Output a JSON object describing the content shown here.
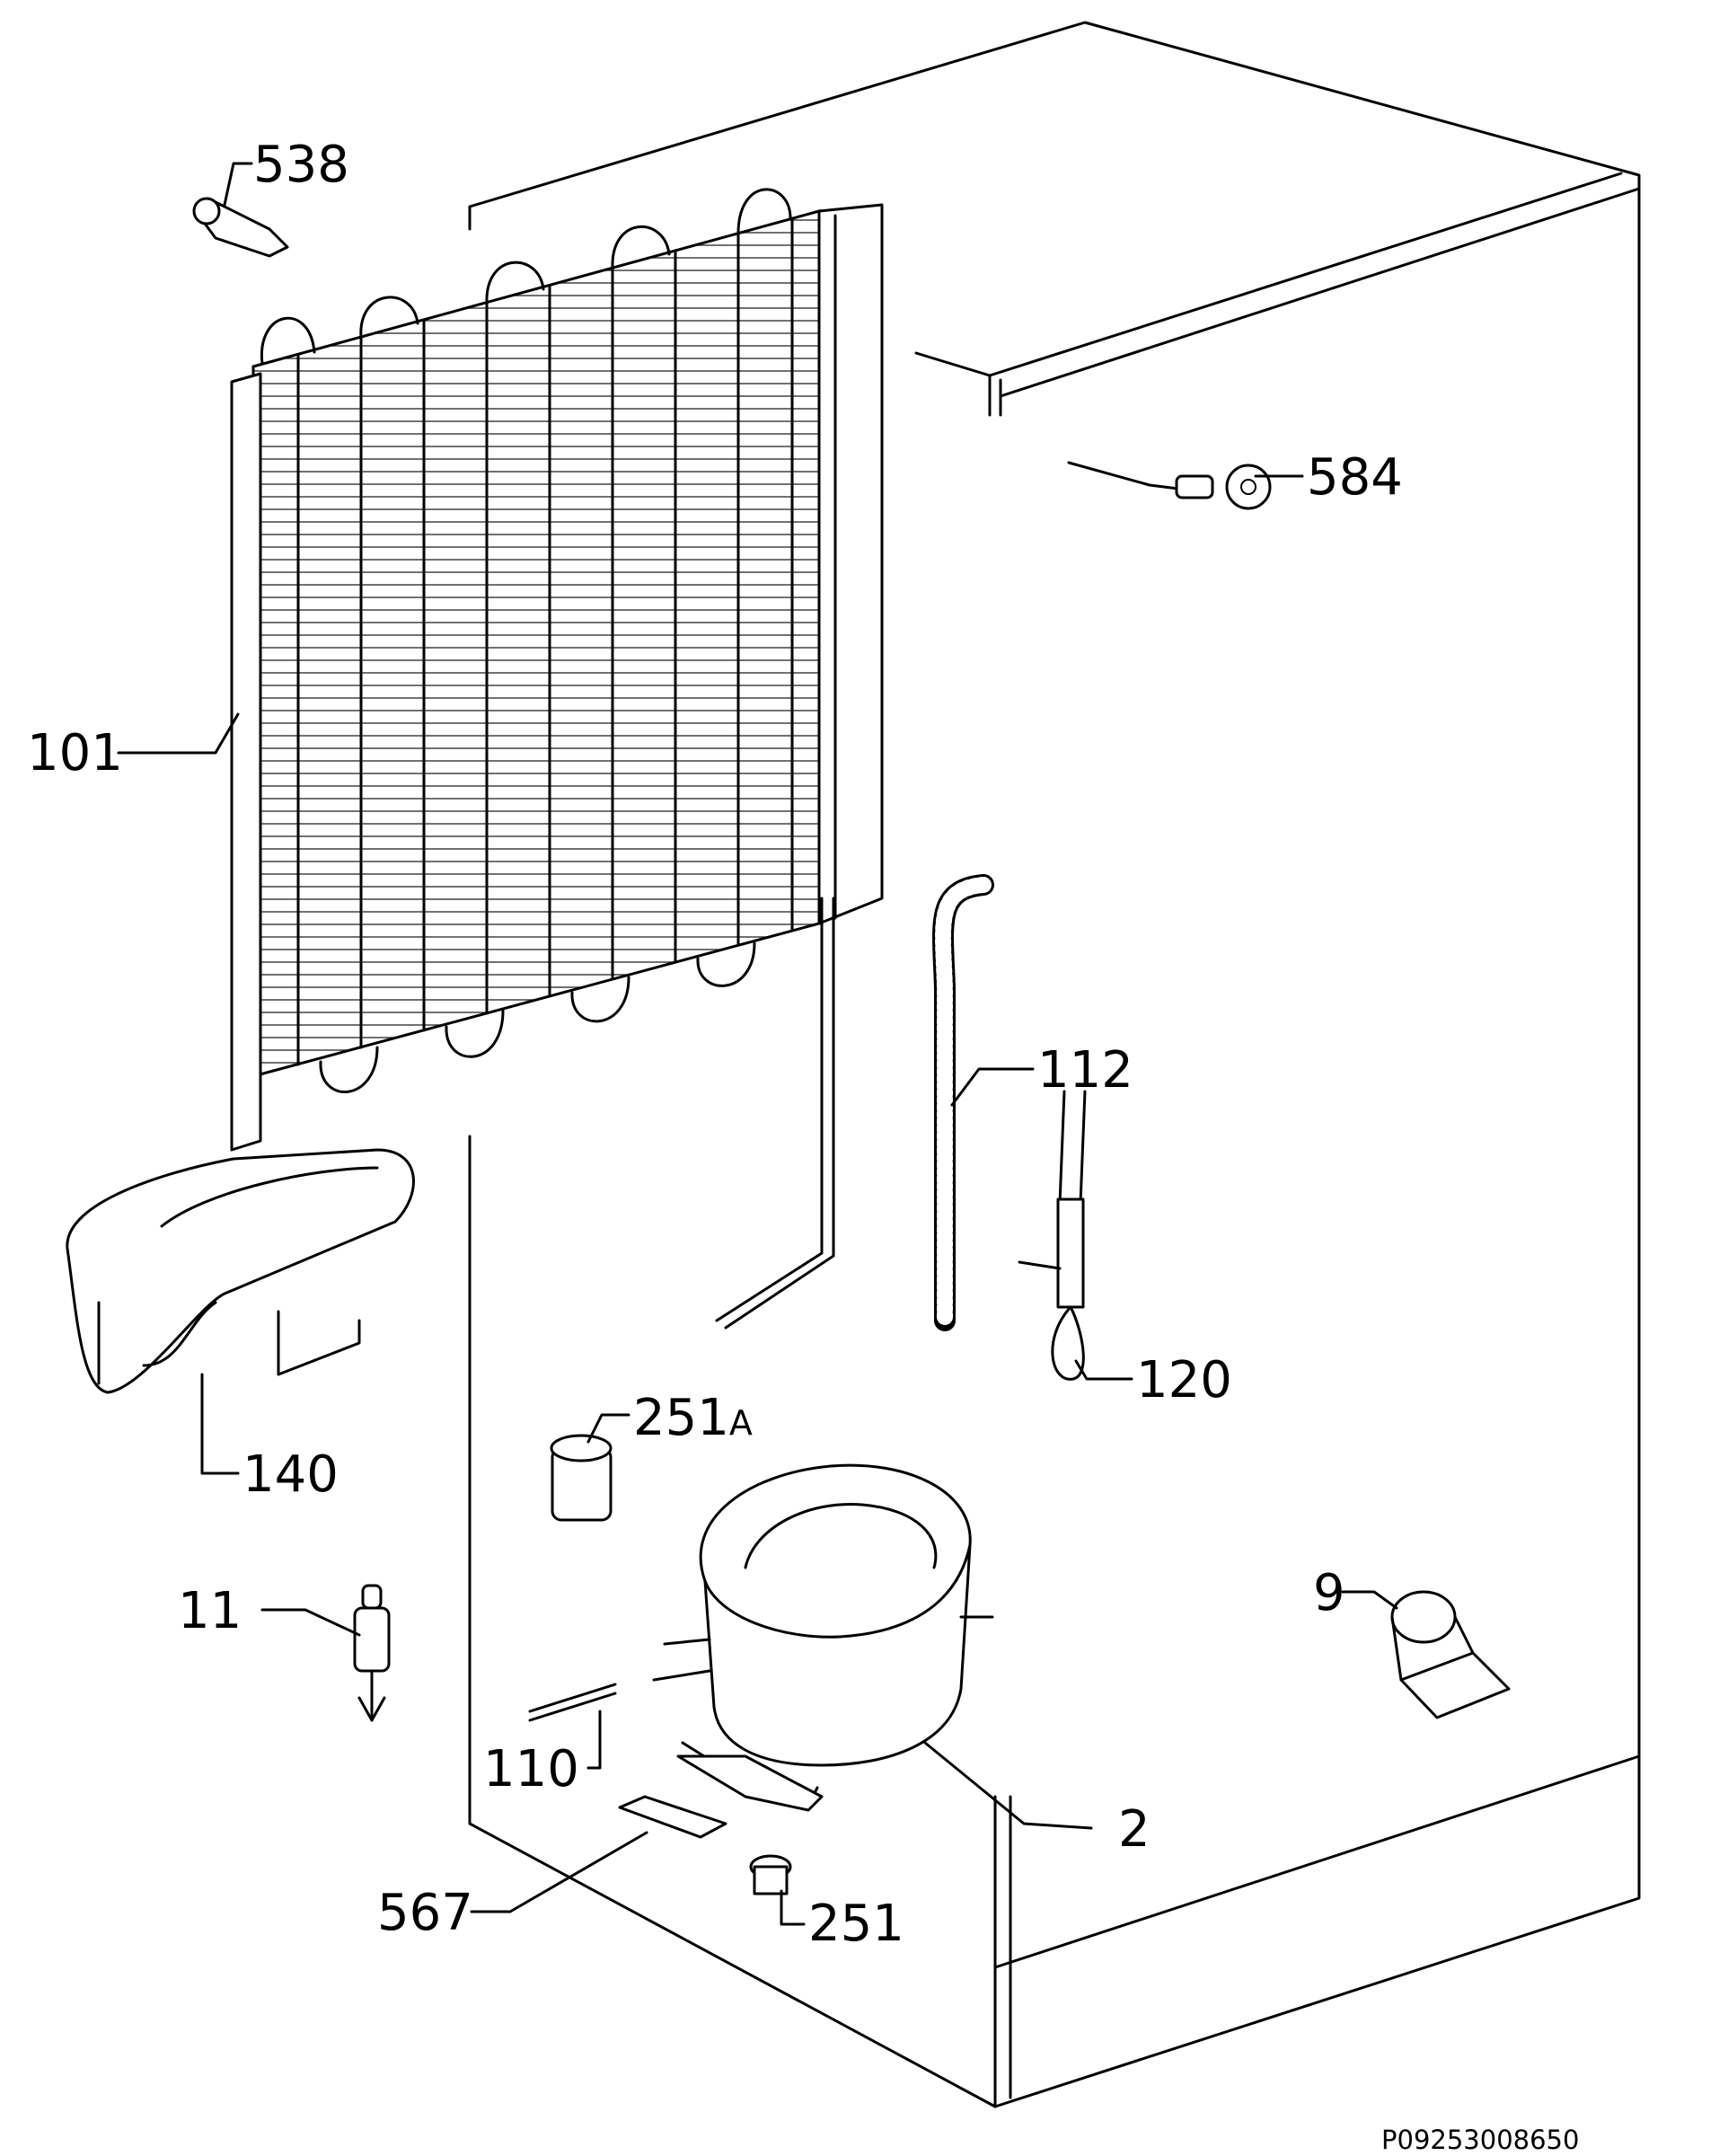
{
  "diagram": {
    "callouts": {
      "p538": "538",
      "p584": "584",
      "p101": "101",
      "p112": "112",
      "p120": "120",
      "p140": "140",
      "p251a_num": "251",
      "p251a_suffix": "A",
      "p11": "11",
      "p9": "9",
      "p110": "110",
      "p2": "2",
      "p567": "567",
      "p251": "251"
    },
    "reference": "P09253008650"
  }
}
